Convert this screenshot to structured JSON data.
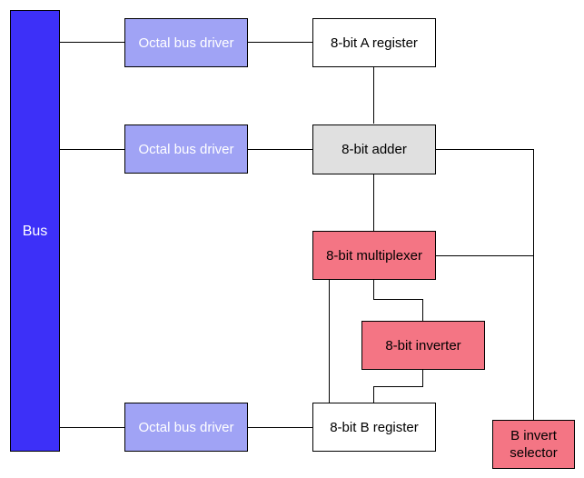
{
  "diagram": {
    "colors": {
      "bus": "#3d30f8",
      "driver": "#a0a3f5",
      "register": "#ffffff",
      "adder": "#e0e0e0",
      "logic": "#f47584",
      "wire": "#000000"
    },
    "nodes": {
      "bus": "Bus",
      "driver_a": "Octal bus driver",
      "driver_adder": "Octal bus driver",
      "driver_b": "Octal bus driver",
      "reg_a": "8-bit A register",
      "adder": "8-bit adder",
      "mux": "8-bit multiplexer",
      "inverter": "8-bit inverter",
      "reg_b": "8-bit B register",
      "selector": "B invert\nselector"
    }
  }
}
